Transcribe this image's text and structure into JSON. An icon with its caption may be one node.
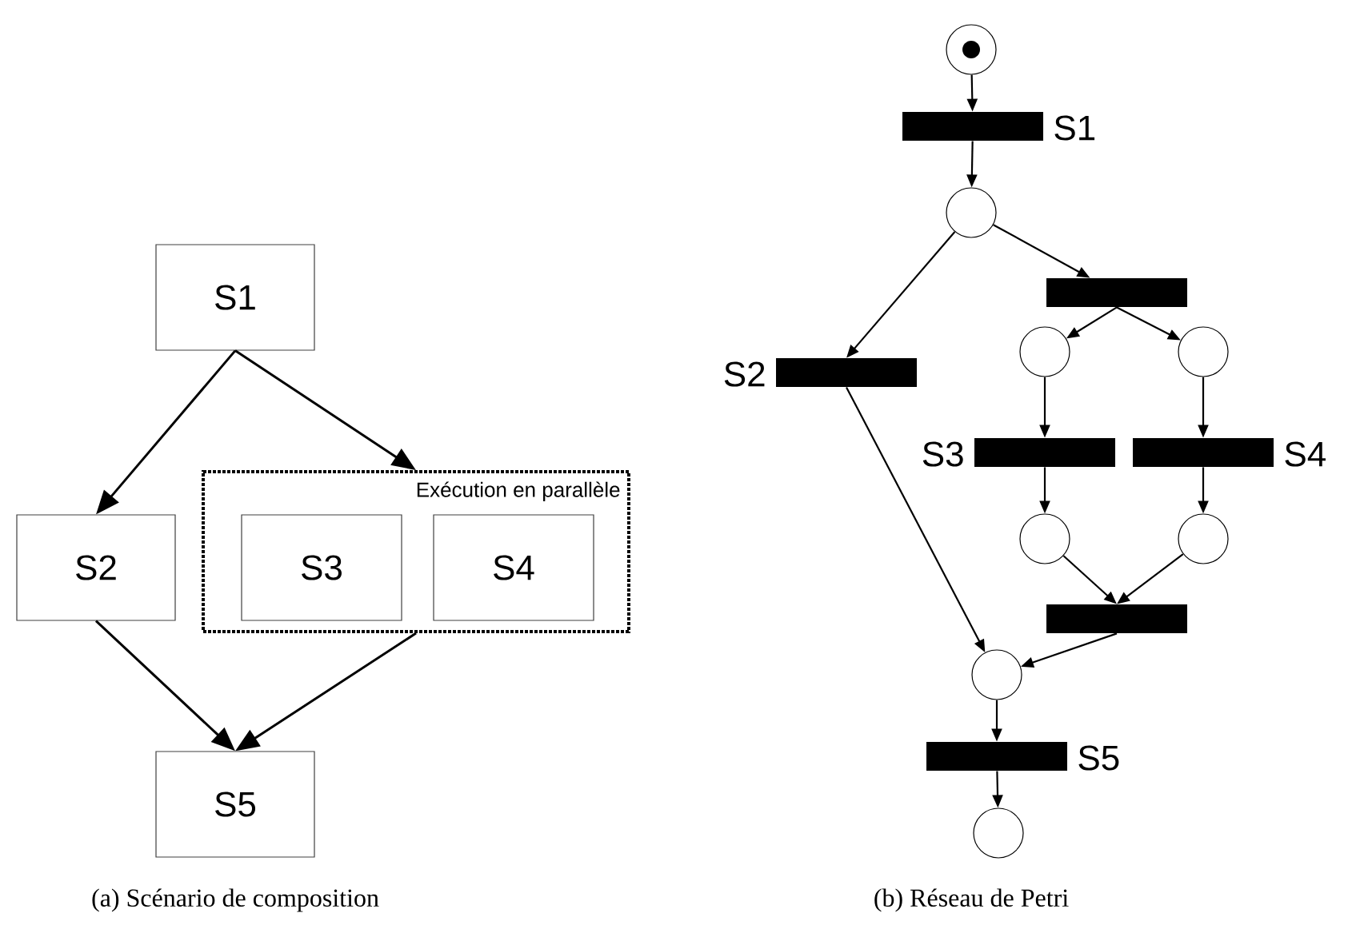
{
  "diagram": {
    "nodes": [
      {
        "text": [
          "S1"
        ]
      },
      {
        "text": [
          "S2"
        ]
      },
      {
        "text": [
          "Exécution en parallèle"
        ]
      },
      {
        "text": [
          "S3"
        ],
        "in": 2
      },
      {
        "text": [
          "S4"
        ],
        "in": 2
      },
      {
        "text": [
          "S5"
        ]
      },
      {
        "text": [],
        "shape": "circle"
      },
      {
        "text": [],
        "shape": "bar",
        "beside": [
          "S1"
        ]
      },
      {
        "text": [],
        "shape": "circle"
      },
      {
        "text": [],
        "shape": "bar"
      },
      {
        "text": [],
        "shape": "circle"
      },
      {
        "text": [],
        "shape": "circle"
      },
      {
        "text": [],
        "shape": "bar",
        "beside": [
          "S2"
        ]
      },
      {
        "text": [],
        "shape": "bar",
        "beside": [
          "S3"
        ]
      },
      {
        "text": [],
        "shape": "bar",
        "beside": [
          "S4"
        ]
      },
      {
        "text": [],
        "shape": "circle"
      },
      {
        "text": [],
        "shape": "circle"
      },
      {
        "text": [],
        "shape": "bar"
      },
      {
        "text": [],
        "shape": "circle"
      },
      {
        "text": [],
        "shape": "bar",
        "beside": [
          "S5"
        ]
      },
      {
        "text": [],
        "shape": "circle"
      }
    ],
    "edges": [
      {
        "from": 0,
        "to": 1,
        "arrow": "to"
      },
      {
        "from": 0,
        "to": 2,
        "arrow": "to"
      },
      {
        "from": 1,
        "to": 5,
        "arrow": "to"
      },
      {
        "from": 2,
        "to": 5,
        "arrow": "to"
      },
      {
        "from": 6,
        "to": 7,
        "arrow": "to"
      },
      {
        "from": 7,
        "to": 8,
        "arrow": "to"
      },
      {
        "from": 8,
        "to": 12,
        "arrow": "to"
      },
      {
        "from": 8,
        "to": 9,
        "arrow": "to"
      },
      {
        "from": 9,
        "to": 10,
        "arrow": "to"
      },
      {
        "from": 9,
        "to": 11,
        "arrow": "to"
      },
      {
        "from": 10,
        "to": 13,
        "arrow": "to"
      },
      {
        "from": 11,
        "to": 14,
        "arrow": "to"
      },
      {
        "from": 13,
        "to": 15,
        "arrow": "to"
      },
      {
        "from": 14,
        "to": 16,
        "arrow": "to"
      },
      {
        "from": 15,
        "to": 17,
        "arrow": "to"
      },
      {
        "from": 16,
        "to": 17,
        "arrow": "to"
      },
      {
        "from": 12,
        "to": 18,
        "arrow": "to"
      },
      {
        "from": 17,
        "to": 18,
        "arrow": "to"
      },
      {
        "from": 18,
        "to": 19,
        "arrow": "to"
      },
      {
        "from": 19,
        "to": 20,
        "arrow": "to"
      }
    ],
    "labels": [
      "(a) Scénario de composition",
      "(b) Réseau de Petri"
    ]
  }
}
